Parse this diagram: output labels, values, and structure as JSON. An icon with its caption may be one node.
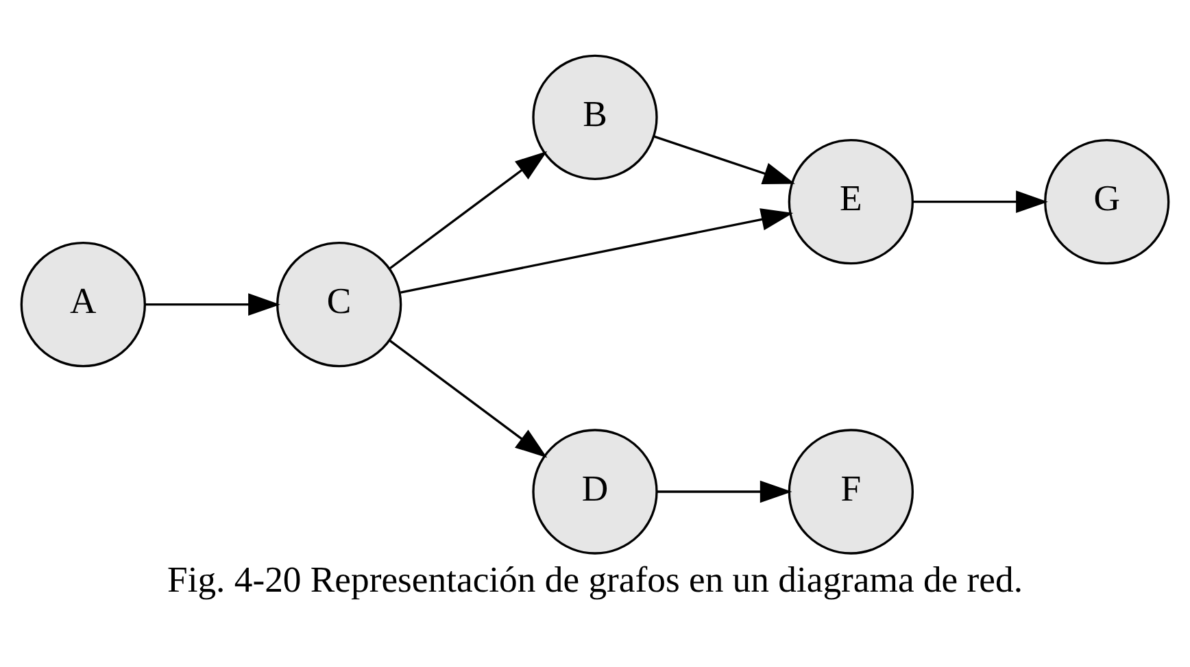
{
  "diagram": {
    "caption": "Fig. 4-20 Representación de grafos en un diagrama de red.",
    "nodes": [
      {
        "text": [
          "A"
        ]
      },
      {
        "text": [
          "B"
        ]
      },
      {
        "text": [
          "C"
        ]
      },
      {
        "text": [
          "D"
        ]
      },
      {
        "text": [
          "E"
        ]
      },
      {
        "text": [
          "F"
        ]
      },
      {
        "text": [
          "G"
        ]
      }
    ],
    "edges": [
      {
        "from": 0,
        "to": 2,
        "arrow": "to"
      },
      {
        "from": 2,
        "to": 1,
        "arrow": "to"
      },
      {
        "from": 1,
        "to": 4,
        "arrow": "to"
      },
      {
        "from": 2,
        "to": 4,
        "arrow": "to"
      },
      {
        "from": 2,
        "to": 3,
        "arrow": "to"
      },
      {
        "from": 3,
        "to": 5,
        "arrow": "to"
      },
      {
        "from": 4,
        "to": 6,
        "arrow": "to"
      }
    ]
  }
}
